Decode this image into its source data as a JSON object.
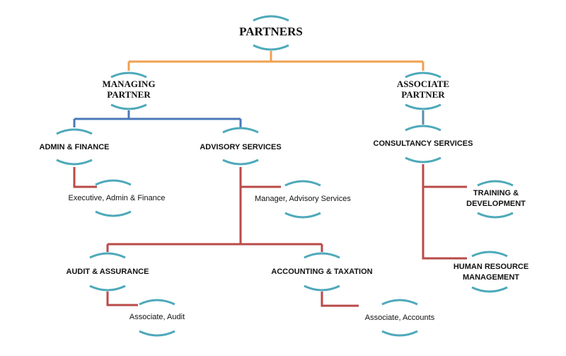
{
  "title": "PARTNERS",
  "nodes": {
    "managing_partner": [
      "MANAGING",
      "PARTNER"
    ],
    "associate_partner": [
      "ASSOCIATE",
      "PARTNER"
    ],
    "admin_finance": "ADMIN & FINANCE",
    "advisory_services": "ADVISORY SERVICES",
    "consultancy_services": "CONSULTANCY SERVICES",
    "executive_admin_finance": "Executive, Admin & Finance",
    "manager_advisory": "Manager, Advisory Services",
    "training_development": [
      "TRAINING &",
      "DEVELOPMENT"
    ],
    "human_resource": [
      "HUMAN RESOURCE",
      "MANAGEMENT"
    ],
    "audit_assurance": "AUDIT & ASSURANCE",
    "accounting_taxation": "ACCOUNTING & TAXATION",
    "associate_audit": "Associate, Audit",
    "associate_accounts": "Associate, Accounts"
  },
  "colors": {
    "arc": "#4ea9ba",
    "orange": "#f0a050",
    "blue": "#4a78b8",
    "red": "#b94a48",
    "steel": "#5b8fa8"
  }
}
